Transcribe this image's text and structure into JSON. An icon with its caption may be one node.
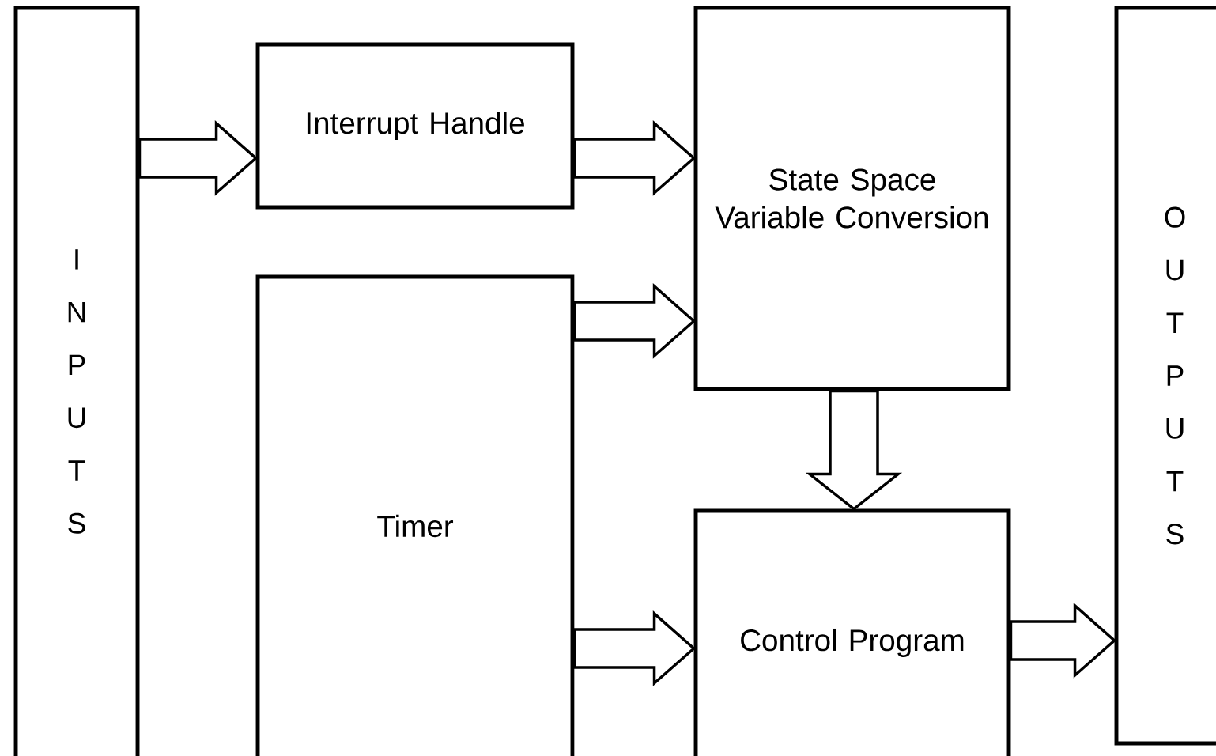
{
  "diagram": {
    "nodes": [
      {
        "text": [
          "I N P U T S"
        ]
      },
      {
        "text": [
          "Interrupt Handle"
        ]
      },
      {
        "text": [
          "Timer"
        ]
      },
      {
        "text": [
          "State Space Variable Conversion"
        ]
      },
      {
        "text": [
          "Control Program"
        ]
      },
      {
        "text": [
          "O U T P U T S"
        ]
      }
    ],
    "edges": [
      {
        "from": 0,
        "to": 1,
        "arrow": "to"
      },
      {
        "from": 1,
        "to": 3,
        "arrow": "to"
      },
      {
        "from": 2,
        "to": 3,
        "arrow": "to"
      },
      {
        "from": 3,
        "to": 4,
        "arrow": "to"
      },
      {
        "from": 2,
        "to": 4,
        "arrow": "to"
      },
      {
        "from": 4,
        "to": 5,
        "arrow": "to"
      }
    ]
  }
}
